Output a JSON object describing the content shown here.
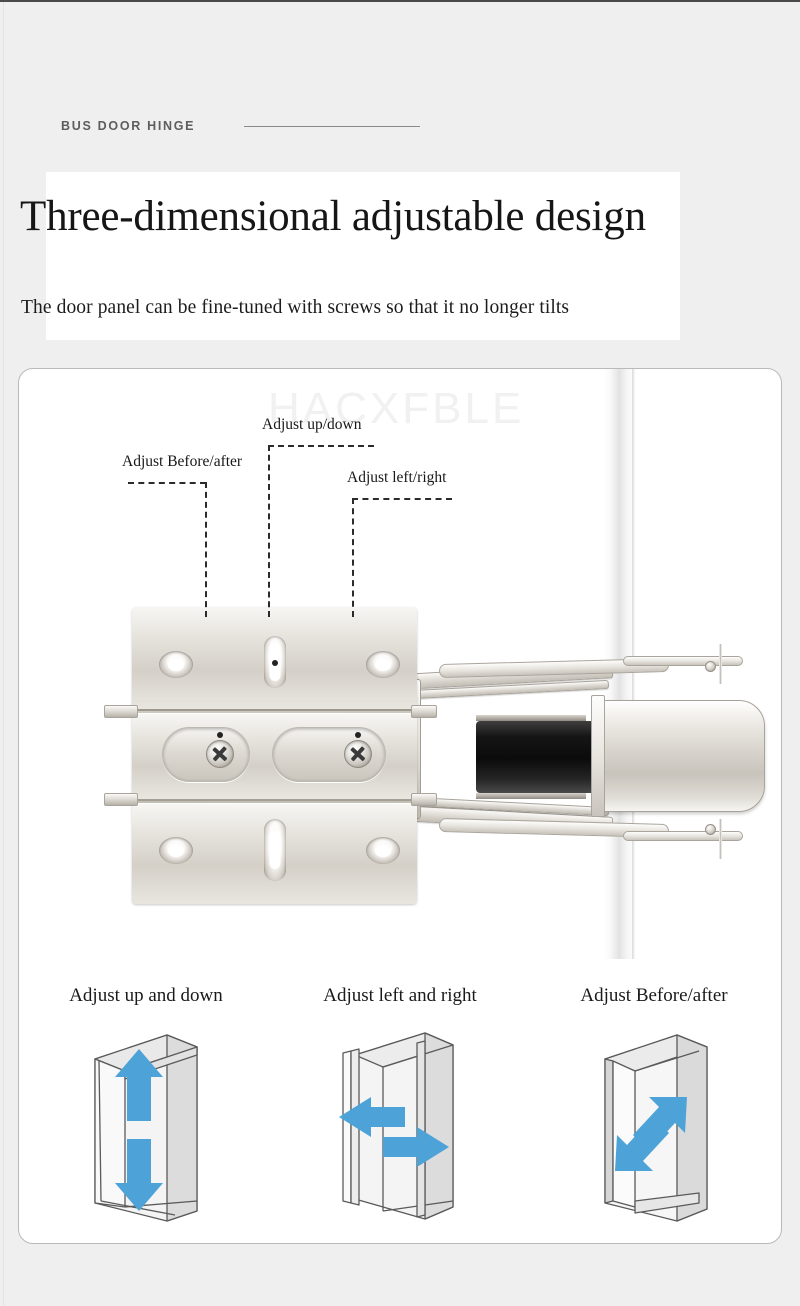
{
  "meta": {
    "accent_blue": "#4da3d8",
    "background": "#efefef",
    "card_background": "#ffffff",
    "rule_color": "#8a8a8a"
  },
  "header": {
    "eyebrow": "BUS DOOR HINGE",
    "headline": "Three-dimensional adjustable design",
    "subhead": "The door panel can be fine-tuned with screws so that it no longer tilts"
  },
  "diagram": {
    "watermark": "HACXFBLE",
    "callouts": [
      {
        "id": "adjust-up-down",
        "label": "Adjust up/down"
      },
      {
        "id": "adjust-before-after",
        "label": "Adjust Before/after"
      },
      {
        "id": "adjust-left-right",
        "label": "Adjust left/right"
      }
    ]
  },
  "panels": [
    {
      "id": "up-down",
      "caption": "Adjust up and down",
      "arrows": "vertical"
    },
    {
      "id": "left-right",
      "caption": "Adjust left and right",
      "arrows": "horizontal"
    },
    {
      "id": "before-after",
      "caption": "Adjust Before/after",
      "arrows": "diagonal"
    }
  ]
}
